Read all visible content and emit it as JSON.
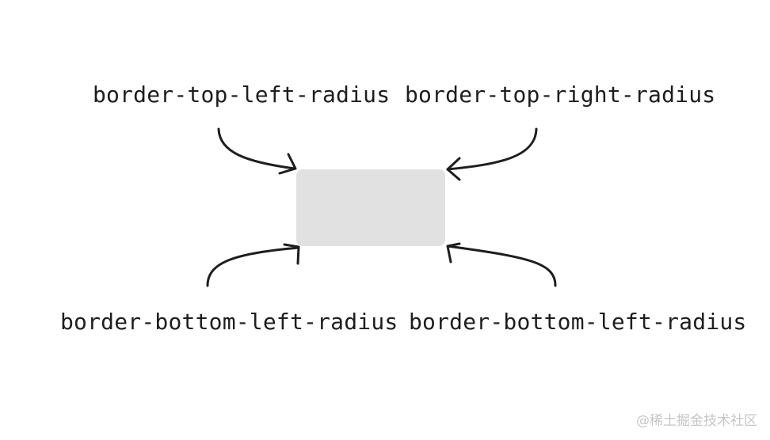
{
  "diagram": {
    "labels": {
      "top_left": "border-top-left-radius",
      "top_right": "border-top-right-radius",
      "bottom_left": "border-bottom-left-radius",
      "bottom_right": "border-bottom-left-radius"
    },
    "box_color": "#e1e1e1",
    "stroke_color": "#1e1e1e"
  },
  "watermark": "@稀土掘金技术社区"
}
